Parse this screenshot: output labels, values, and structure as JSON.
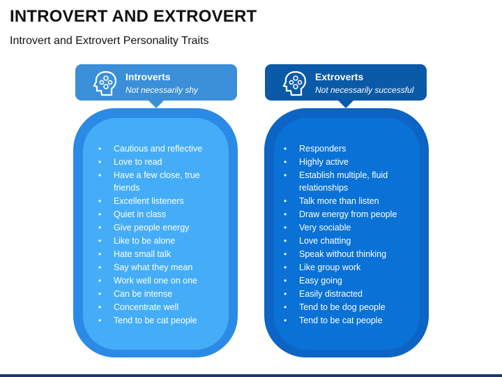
{
  "title": "INTROVERT AND EXTROVERT",
  "subtitle": "Introvert and Extrovert Personality Traits",
  "colors": {
    "intro_header": "#3a8fd8",
    "intro_outer": "#2a8ae6",
    "intro_inner": "#45adf7",
    "extro_header": "#0b5aa8",
    "extro_outer": "#0c64c4",
    "extro_inner": "#0a72d6"
  },
  "introverts": {
    "icon": "head-gears-icon",
    "name": "Introverts",
    "tagline": "Not necessarily shy",
    "traits": [
      "Cautious and reflective",
      "Love to read",
      "Have a few close, true friends",
      "Excellent listeners",
      "Quiet in class",
      "Give people energy",
      "Like to be alone",
      "Hate small talk",
      "Say what they mean",
      "Work well one on one",
      "Can be intense",
      "Concentrate well",
      "Tend to be cat people"
    ]
  },
  "extroverts": {
    "icon": "head-gears-icon",
    "name": "Extroverts",
    "tagline": "Not necessarily successful",
    "traits": [
      "Responders",
      "Highly active",
      "Establish multiple, fluid relationships",
      "Talk more than listen",
      "Draw energy from people",
      "Very sociable",
      "Love chatting",
      "Speak without thinking",
      "Like group work",
      "Easy going",
      "Easily distracted",
      "Tend to be dog people",
      "Tend to be cat people"
    ]
  }
}
